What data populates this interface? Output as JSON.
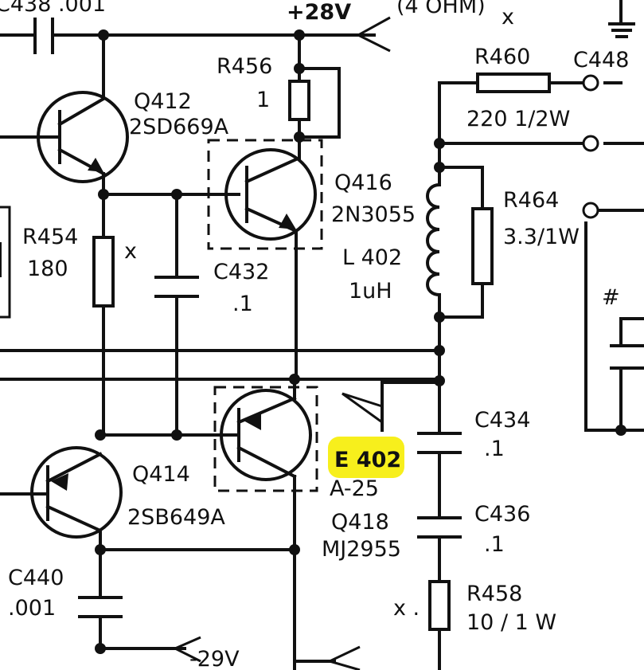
{
  "labels": {
    "c438": "C438 .001",
    "v28": "+28V",
    "ohm": "(4 OHM)",
    "x_top": "x",
    "r460": "R460",
    "c448": "C448",
    "r456": "R456",
    "r456_val": "1",
    "q412": "Q412",
    "q412_part": "2SD669A",
    "r460_val": "220  1/2W",
    "q416": "Q416",
    "q416_part": "2N3055",
    "r464": "R464",
    "r464_val": "3.3/1W",
    "r454": "R454",
    "r454_val": "180",
    "x_mid": "x",
    "c432": "C432",
    "c432_val": ".1",
    "l402": "L 402",
    "l402_val": "1uH",
    "hash": "#",
    "c434": "C434",
    "c434_val": ".1",
    "e402": "E 402",
    "a25": "A-25",
    "q414": "Q414",
    "q414_part": "2SB649A",
    "q418": "Q418",
    "q418_part": "MJ2955",
    "c436": "C436",
    "c436_val": ".1",
    "c440": "C440",
    "c440_val": ".001",
    "r458": "R458",
    "r458_val": "10 / 1 W",
    "x_bot": "x .",
    "v29": "-29V"
  }
}
